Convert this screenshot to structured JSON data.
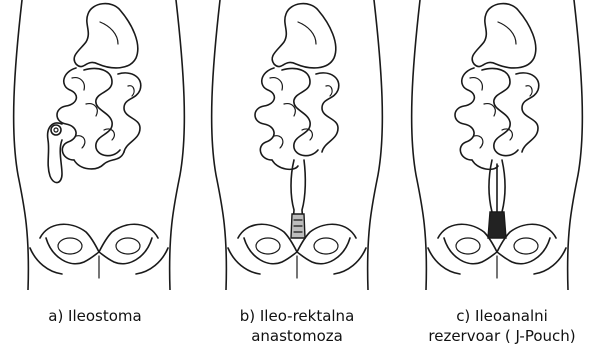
{
  "panels": [
    {
      "id": "a",
      "caption_lines": [
        "a) Ileostoma"
      ]
    },
    {
      "id": "b",
      "caption_lines": [
        "b) Ileo-rektalna",
        "anastomoza"
      ]
    },
    {
      "id": "c",
      "caption_lines": [
        "c) Ileoanalni",
        "rezervoar ( J-Pouch)"
      ]
    }
  ],
  "colors": {
    "ink": "#1a1a1a",
    "background": "#ffffff",
    "pouch_fill": "#222222",
    "anastomosis_fill": "#bdbdbd"
  }
}
